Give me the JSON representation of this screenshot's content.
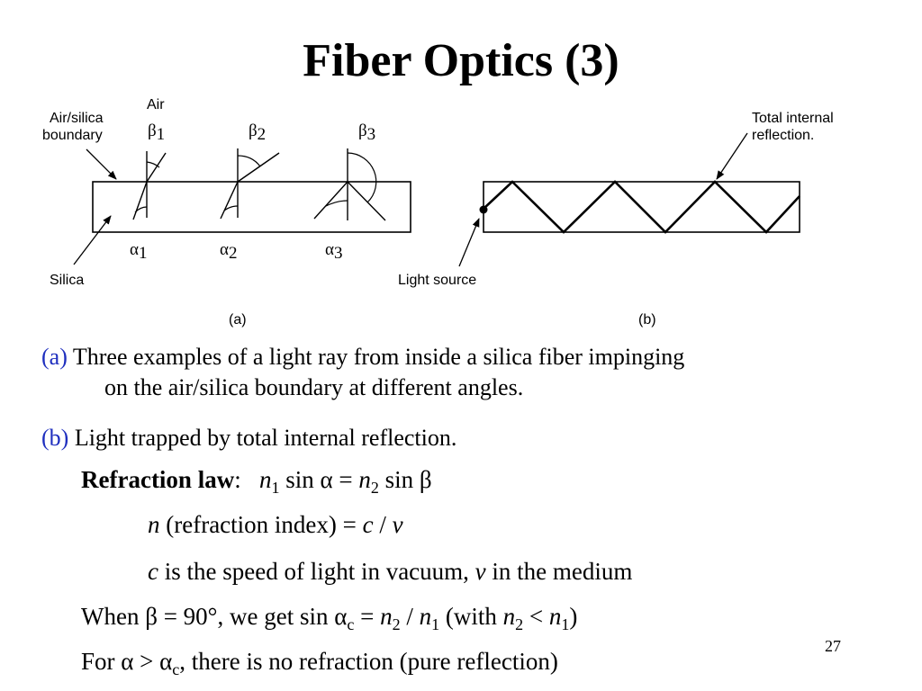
{
  "title": "Fiber Optics (3)",
  "figure_a": {
    "labels": {
      "air": "Air",
      "boundary": "Air/silica\nboundary",
      "silica": "Silica",
      "panel": "(a)"
    },
    "rays": [
      {
        "beta": "β",
        "beta_sub": "1",
        "alpha": "α",
        "alpha_sub": "1"
      },
      {
        "beta": "β",
        "beta_sub": "2",
        "alpha": "α",
        "alpha_sub": "2"
      },
      {
        "beta": "β",
        "beta_sub": "3",
        "alpha": "α",
        "alpha_sub": "3"
      }
    ]
  },
  "figure_b": {
    "labels": {
      "tir": "Total internal\nreflection.",
      "source": "Light source",
      "panel": "(b)"
    }
  },
  "captions": {
    "a_tag": "(a)",
    "a_line1": "Three examples of a light ray from inside a silica fiber impinging",
    "a_line2": "on the air/silica boundary at different angles.",
    "b_tag": "(b)",
    "b_text": "Light trapped by total internal reflection."
  },
  "notes": {
    "refraction_law_label": "Refraction law",
    "refraction_law_colon": ":",
    "law_eq": {
      "n": "n",
      "one": "1",
      "sin_a": " sin α = ",
      "two": "2",
      "sin_b": " sin β"
    },
    "index_def": {
      "n": "n",
      "rest": " (refraction index) = ",
      "c": "c",
      "slash": " / ",
      "v": "v"
    },
    "speed_def": {
      "c": "c",
      "mid": " is the speed of light in vacuum, ",
      "v": "v",
      "end": " in the medium"
    },
    "critical": {
      "pre": "When β = 90°, we get sin α",
      "c": "c",
      "eq": " = ",
      "n": "n",
      "two": "2",
      "slash": " / ",
      "one": "1",
      "with": "  (with ",
      "lt": " < ",
      "close": ")"
    },
    "reflection": {
      "pre": "For α > α",
      "c": "c",
      "post": ", there is no refraction (pure reflection)"
    }
  },
  "page_number": "27"
}
